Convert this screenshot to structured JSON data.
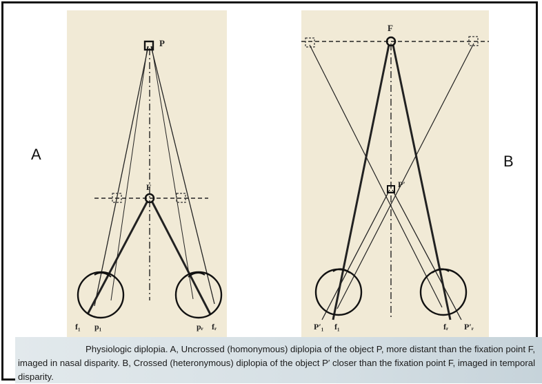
{
  "figure": {
    "panel_a": {
      "letter": "A",
      "labels": {
        "object": "P",
        "fixation": "F",
        "left_fovea": "f₁",
        "left_image": "p₁",
        "right_image": "pᵣ",
        "right_fovea": "fᵣ"
      }
    },
    "panel_b": {
      "letter": "B",
      "labels": {
        "fixation": "F",
        "object": "P′",
        "left_image": "P′₁",
        "left_fovea": "f₁",
        "right_fovea": "fᵣ",
        "right_image": "P′ᵣ"
      }
    },
    "caption": "Physiologic diplopia. A, Uncrossed (homonymous) diplopia of the object P, more distant than the fixation point F, imaged in nasal disparity. B, Crossed (heteronymous) diplopia of the object P′ closer than the fixation point F, imaged in temporal disparity."
  }
}
